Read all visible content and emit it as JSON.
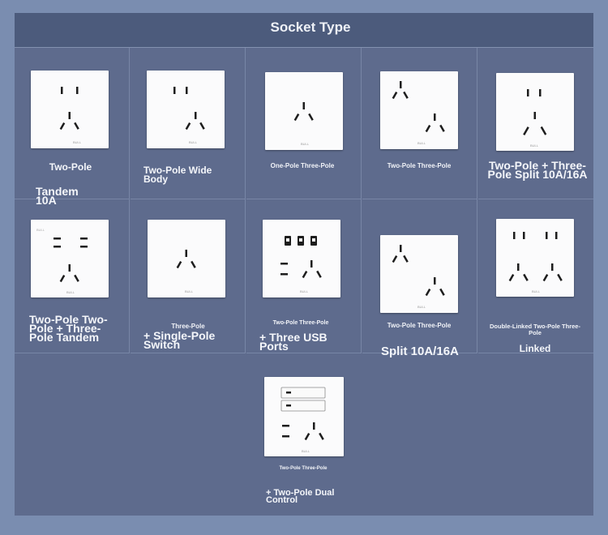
{
  "title": "Socket Type",
  "colors": {
    "background": "#7a8db0",
    "panel": "#5e6b8d",
    "header": "#4c5b7c",
    "socket": "#fbfbfc",
    "hole": "#1d1d1d"
  },
  "items": [
    {
      "key": "two-pole",
      "small": "",
      "big": "Two-Pole",
      "extra": "Tandem 10A"
    },
    {
      "key": "two-pole-wide-body",
      "small": "",
      "big": "Two-Pole Wide Body",
      "extra": ""
    },
    {
      "key": "one-pole-three-pole",
      "small": "One-Pole Three-Pole",
      "big": "",
      "extra": ""
    },
    {
      "key": "two-pole-three-pole-split",
      "small": "Two-Pole Three-Pole",
      "big": "",
      "extra": ""
    },
    {
      "key": "split-16a",
      "small": "",
      "big": "Two-Pole + Three-Pole Split 10A/16A",
      "extra": ""
    },
    {
      "key": "tandem",
      "small": "",
      "big": "Two-Pole Two-Pole + Three-Pole Tandem",
      "extra": ""
    },
    {
      "key": "single-pole-switch",
      "small": "Three-Pole",
      "big": "+ Single-Pole Switch",
      "extra": ""
    },
    {
      "key": "three-usb",
      "small": "Two-Pole Three-Pole",
      "big": "+ Three USB Ports",
      "extra": ""
    },
    {
      "key": "split-10a-16a",
      "small": "Two-Pole Three-Pole",
      "big": "Split 10A/16A",
      "extra": ""
    },
    {
      "key": "linked",
      "small": "Double-Linked Two-Pole Three-Pole",
      "big": "Linked",
      "extra": ""
    },
    {
      "key": "dual-control",
      "small": "Two-Pole Three-Pole",
      "big": "+ Two-Pole Dual Control",
      "extra": ""
    }
  ]
}
